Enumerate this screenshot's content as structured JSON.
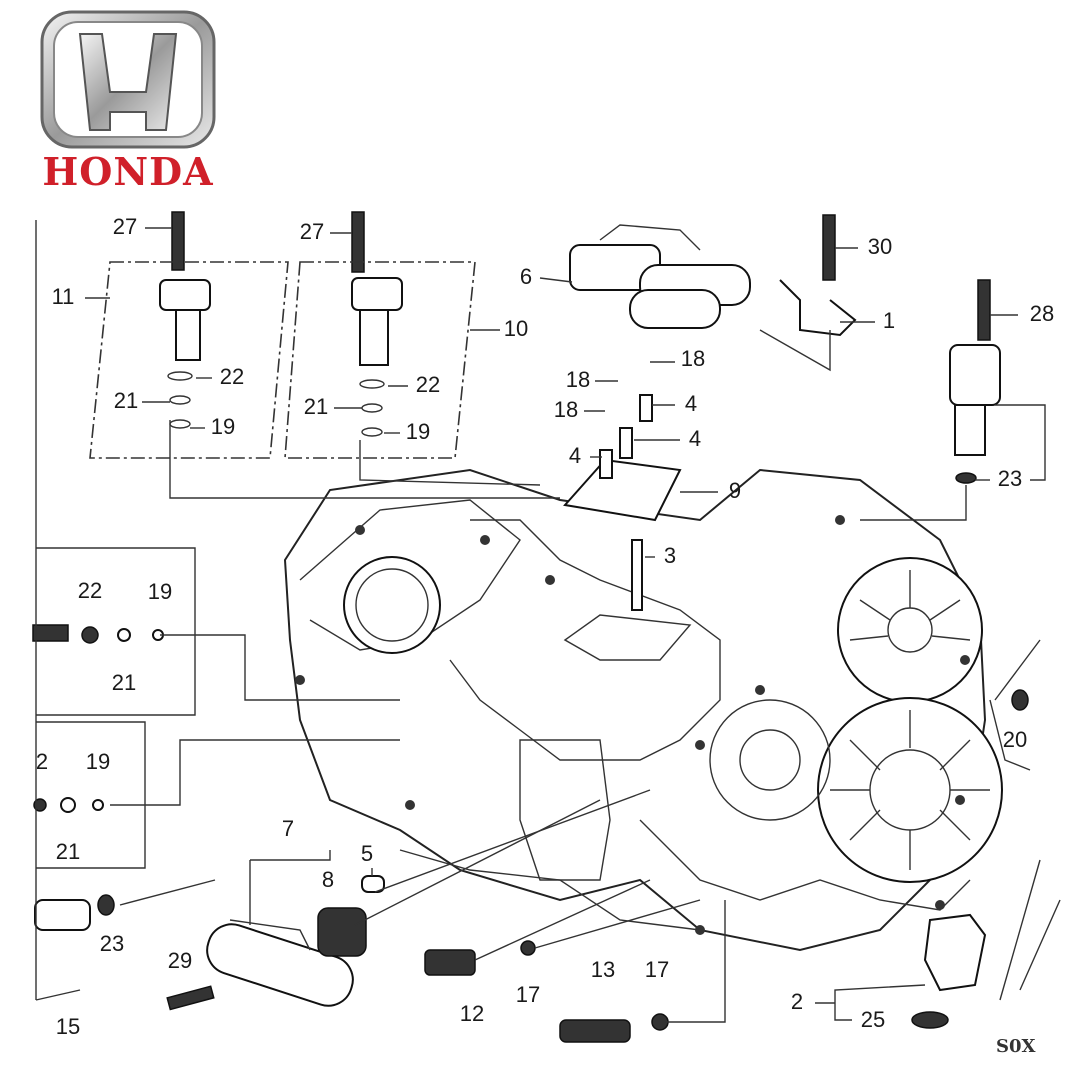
{
  "logo": {
    "brand": "HONDA",
    "accent_color": "#d0202a"
  },
  "diagram": {
    "code": "S0X",
    "callouts": {
      "c27a": "27",
      "c27b": "27",
      "c30": "30",
      "c6": "6",
      "c1": "1",
      "c28": "28",
      "c11": "11",
      "c10": "10",
      "c18a": "18",
      "c18b": "18",
      "c18c": "18",
      "c4a": "4",
      "c4b": "4",
      "c4c": "4",
      "c22a": "22",
      "c21a": "21",
      "c19a": "19",
      "c22b": "22",
      "c21b": "21",
      "c19b": "19",
      "c23a": "23",
      "c9": "9",
      "c3": "3",
      "c22c": "22",
      "c19c": "19",
      "c21c": "21",
      "c2a": "2",
      "c19d": "19",
      "c21d": "21",
      "c20": "20",
      "c7": "7",
      "c5": "5",
      "c8": "8",
      "c23b": "23",
      "c29": "29",
      "c12": "12",
      "c17a": "17",
      "c13": "13",
      "c17b": "17",
      "c2b": "2",
      "c25": "25",
      "c15": "15"
    }
  }
}
